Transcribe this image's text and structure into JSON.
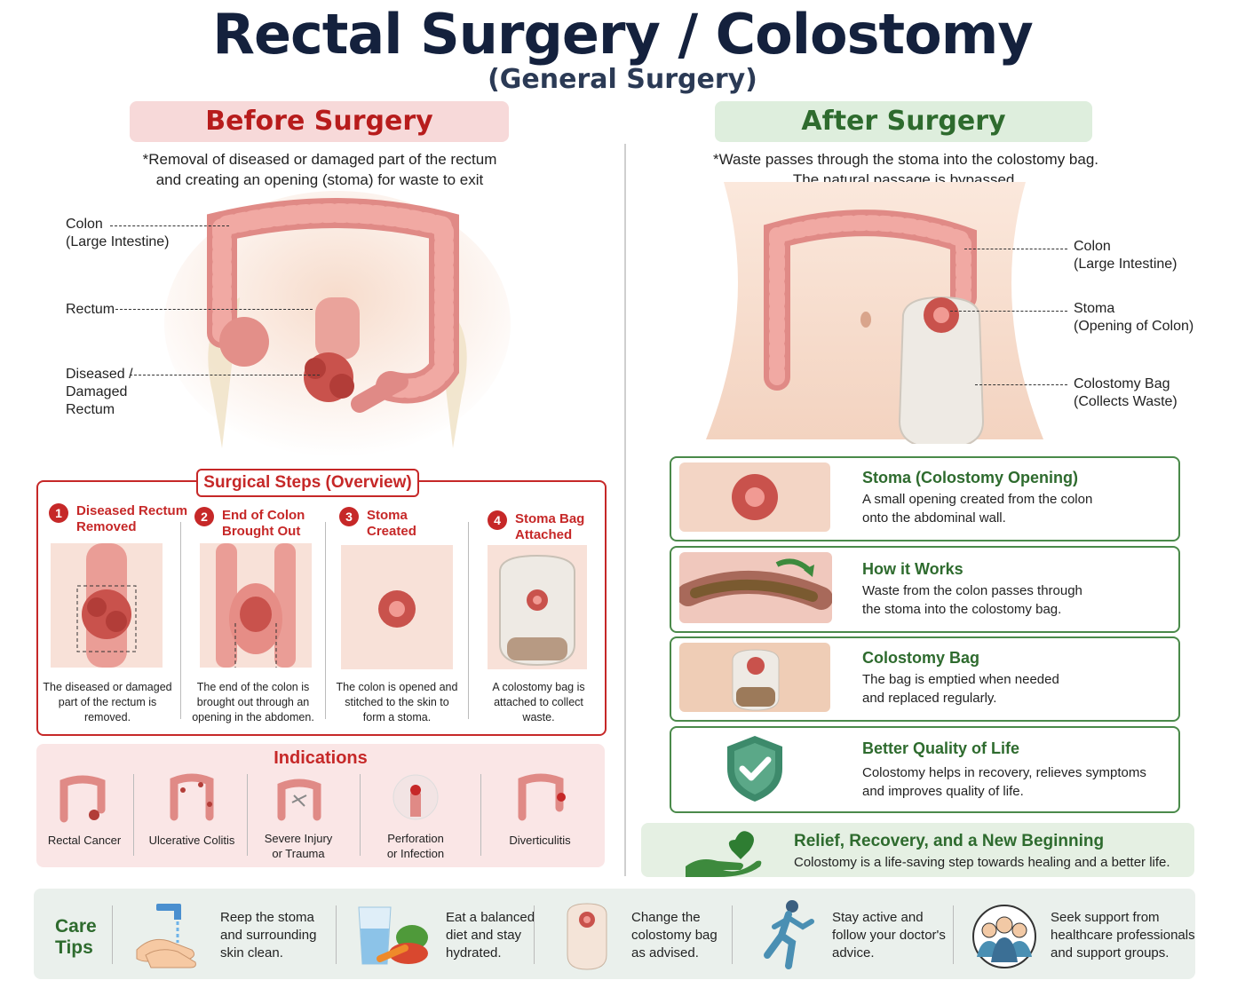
{
  "title": "Rectal Surgery / Colostomy",
  "subtitle": "(General Surgery)",
  "before": {
    "header": "Before Surgery",
    "desc_line1": "*Removal of diseased or damaged part of the rectum",
    "desc_line2": "and creating an opening (stoma) for waste to exit",
    "labels": {
      "colon1": "Colon",
      "colon2": "(Large Intestine)",
      "rectum": "Rectum",
      "diseased1": "Diseased /",
      "diseased2": "Damaged",
      "diseased3": "Rectum"
    }
  },
  "after": {
    "header": "After Surgery",
    "desc_line1": "*Waste passes through the stoma into the colostomy bag.",
    "desc_line2": "The natural passage is bypassed.",
    "labels": {
      "colon1": "Colon",
      "colon2": "(Large Intestine)",
      "stoma1": "Stoma",
      "stoma2": "(Opening of Colon)",
      "bag1": "Colostomy Bag",
      "bag2": "(Collects Waste)"
    }
  },
  "steps": {
    "title": "Surgical Steps (Overview)",
    "items": [
      {
        "num": "1",
        "title1": "Diseased Rectum",
        "title2": "Removed",
        "t1": "The diseased or damaged",
        "t2": "part of the rectum is",
        "t3": "removed."
      },
      {
        "num": "2",
        "title1": "End of Colon",
        "title2": "Brought Out",
        "t1": "The end of the colon is",
        "t2": "brought out through an",
        "t3": "opening in the abdomen."
      },
      {
        "num": "3",
        "title1": "Stoma",
        "title2": "Created",
        "t1": "The colon is opened and",
        "t2": "stitched to the skin to",
        "t3": "form a stoma."
      },
      {
        "num": "4",
        "title1": "Stoma Bag",
        "title2": "Attached",
        "t1": "A colostomy bag is",
        "t2": "attached to collect",
        "t3": "waste."
      }
    ]
  },
  "indications": {
    "title": "Indications",
    "items": [
      {
        "l1": "Rectal Cancer",
        "l2": ""
      },
      {
        "l1": "Ulcerative Colitis",
        "l2": ""
      },
      {
        "l1": "Severe Injury",
        "l2": "or Trauma"
      },
      {
        "l1": "Perforation",
        "l2": "or Infection"
      },
      {
        "l1": "Diverticulitis",
        "l2": ""
      }
    ]
  },
  "cards": [
    {
      "title": "Stoma (Colostomy Opening)",
      "t1": "A small opening created from the colon",
      "t2": "onto the abdominal wall."
    },
    {
      "title": "How it Works",
      "t1": "Waste from the colon passes through",
      "t2": "the stoma into the colostomy bag."
    },
    {
      "title": "Colostomy Bag",
      "t1": "The bag is emptied when needed",
      "t2": "and replaced regularly."
    },
    {
      "title": "Better Quality of Life",
      "t1": "Colostomy helps in recovery, relieves symptoms",
      "t2": "and improves quality of life."
    }
  ],
  "relief": {
    "title": "Relief, Recovery, and a New Beginning",
    "text": "Colostomy is a life-saving step towards healing and a better life."
  },
  "care": {
    "label1": "Care",
    "label2": "Tips",
    "tips": [
      {
        "l1": "Reep the stoma",
        "l2": "and surrounding",
        "l3": "skin clean."
      },
      {
        "l1": "Eat a balanced",
        "l2": "diet and stay",
        "l3": "hydrated."
      },
      {
        "l1": "Change the",
        "l2": "colostomy bag",
        "l3": "as advised."
      },
      {
        "l1": "Stay active and",
        "l2": "follow your doctor's",
        "l3": "advice."
      },
      {
        "l1": "Seek support from",
        "l2": "healthcare professionals",
        "l3": "and support groups."
      }
    ]
  },
  "colors": {
    "red": "#c62828",
    "green": "#2e6b2e",
    "navy": "#14213d"
  }
}
